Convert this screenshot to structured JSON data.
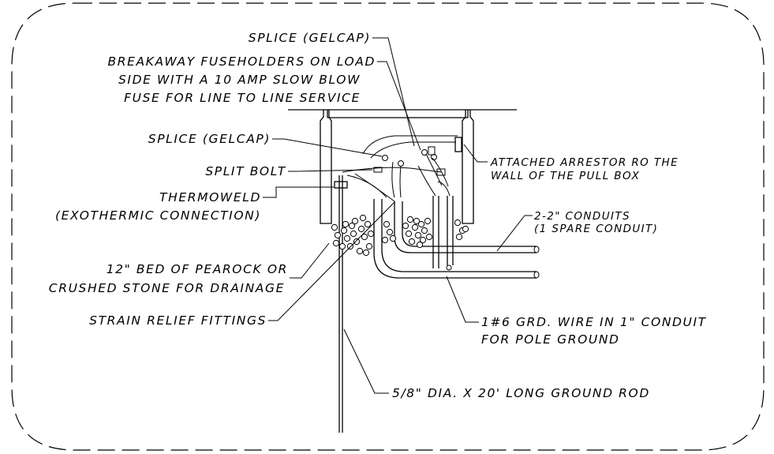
{
  "labels": {
    "splice_top": "SPLICE (GELCAP)",
    "breakaway_1": "BREAKAWAY FUSEHOLDERS ON LOAD",
    "breakaway_2": "SIDE WITH A 10 AMP SLOW BLOW",
    "breakaway_3": "FUSE FOR LINE TO LINE SERVICE",
    "splice_mid": "SPLICE (GELCAP)",
    "split_bolt": "SPLIT BOLT",
    "thermoweld_1": "THERMOWELD",
    "thermoweld_2": "(EXOTHERMIC CONNECTION)",
    "arrestor_1": "ATTACHED ARRESTOR RO THE",
    "arrestor_2": "WALL OF THE PULL BOX",
    "conduits_1": "2-2\" CONDUITS",
    "conduits_2": "(1 SPARE  CONDUIT)",
    "bed_1": "12\" BED OF PEAROCK OR",
    "bed_2": "CRUSHED STONE FOR DRAINAGE",
    "strain": "STRAIN RELIEF FITTINGS",
    "grd_wire_1": "1#6 GRD. WIRE IN 1\" CONDUIT",
    "grd_wire_2": "FOR POLE GROUND",
    "ground_rod": "5/8\" DIA. X 20' LONG GROUND ROD"
  }
}
